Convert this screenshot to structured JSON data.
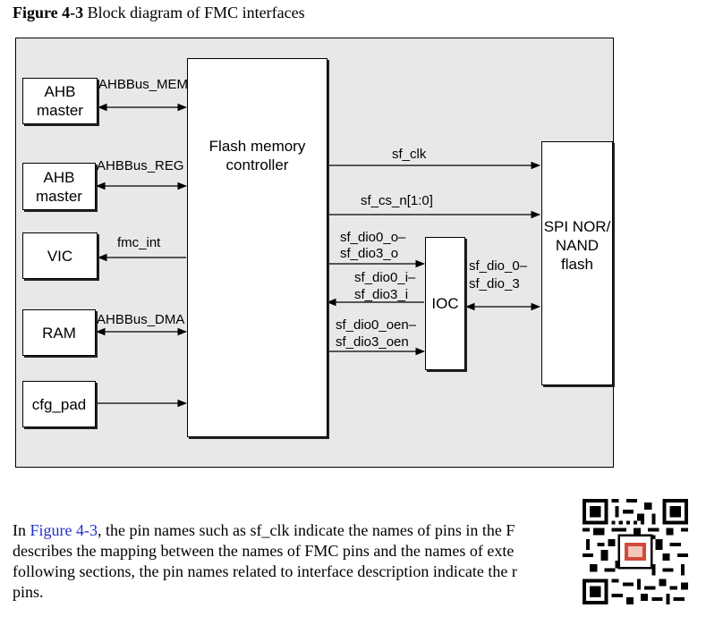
{
  "caption": {
    "number": "Figure 4-3",
    "title": " Block diagram of FMC interfaces"
  },
  "blocks": {
    "ahb_master_1": [
      "AHB",
      "master"
    ],
    "ahb_master_2": [
      "AHB",
      "master"
    ],
    "vic": "VIC",
    "ram": "RAM",
    "cfg_pad": "cfg_pad",
    "fmc": [
      "Flash memory",
      "controller"
    ],
    "ioc": "IOC",
    "spi_flash": [
      "SPI NOR/",
      "NAND",
      "flash"
    ]
  },
  "signals": {
    "ahbbus_mem": "AHBBus_MEM",
    "ahbbus_reg": "AHBBus_REG",
    "fmc_int": "fmc_int",
    "ahbbus_dma": "AHBBus_DMA",
    "sf_clk": "sf_clk",
    "sf_cs_n": "sf_cs_n[1:0]",
    "sf_dio_o_1": "sf_dio0_o–",
    "sf_dio_o_2": "sf_dio3_o",
    "sf_dio_i_1": "sf_dio0_i–",
    "sf_dio_i_2": "sf_dio3_i",
    "sf_dio_oen_1": "sf_dio0_oen–",
    "sf_dio_oen_2": "sf_dio3_oen",
    "sf_dio_ext_1": "sf_dio_0–",
    "sf_dio_ext_2": "sf_dio_3"
  },
  "paragraph": {
    "line1_pre": "In ",
    "line1_link": "Figure 4-3",
    "line1_post": ", the pin names such as sf_clk indicate the names of pins in the F",
    "line2": "describes the mapping between the names of FMC pins and the names of exte",
    "line3": "following sections, the pin names related to interface description indicate the r",
    "line4": "pins."
  },
  "qr_code": {
    "icon": "qr-code-icon"
  }
}
